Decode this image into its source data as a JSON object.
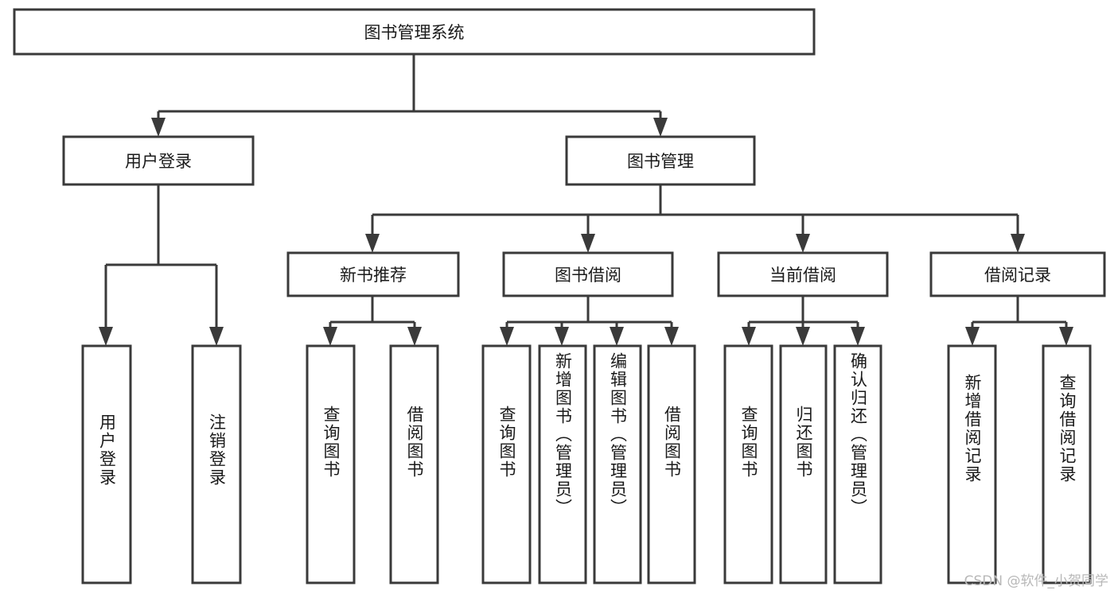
{
  "diagram": {
    "title": "图书管理系统",
    "type": "tree-hierarchy-chart",
    "watermark": "CSDN @软件_小贺同学",
    "colors": {
      "box_stroke": "#3a3a3a",
      "box_fill": "#ffffff",
      "text": "#1a1a1a",
      "background": "#ffffff",
      "watermark": "#b8b8b8"
    },
    "root": {
      "label": "图书管理系统"
    },
    "level1": [
      {
        "label": "用户登录"
      },
      {
        "label": "图书管理"
      }
    ],
    "level2": [
      {
        "label": "新书推荐"
      },
      {
        "label": "图书借阅"
      },
      {
        "label": "当前借阅"
      },
      {
        "label": "借阅记录"
      }
    ],
    "leaves": {
      "user_login": [
        {
          "label": "用户登录"
        },
        {
          "label": "注销登录"
        }
      ],
      "new_book_recommend": [
        {
          "label": "查询图书"
        },
        {
          "label": "借阅图书"
        }
      ],
      "book_borrow": [
        {
          "label": "查询图书"
        },
        {
          "label": "新增图书（管理员）"
        },
        {
          "label": "编辑图书（管理员）"
        },
        {
          "label": "借阅图书"
        }
      ],
      "current_borrow": [
        {
          "label": "查询图书"
        },
        {
          "label": "归还图书"
        },
        {
          "label": "确认归还（管理员）"
        }
      ],
      "borrow_record": [
        {
          "label": "新增借阅记录"
        },
        {
          "label": "查询借阅记录"
        }
      ]
    }
  }
}
